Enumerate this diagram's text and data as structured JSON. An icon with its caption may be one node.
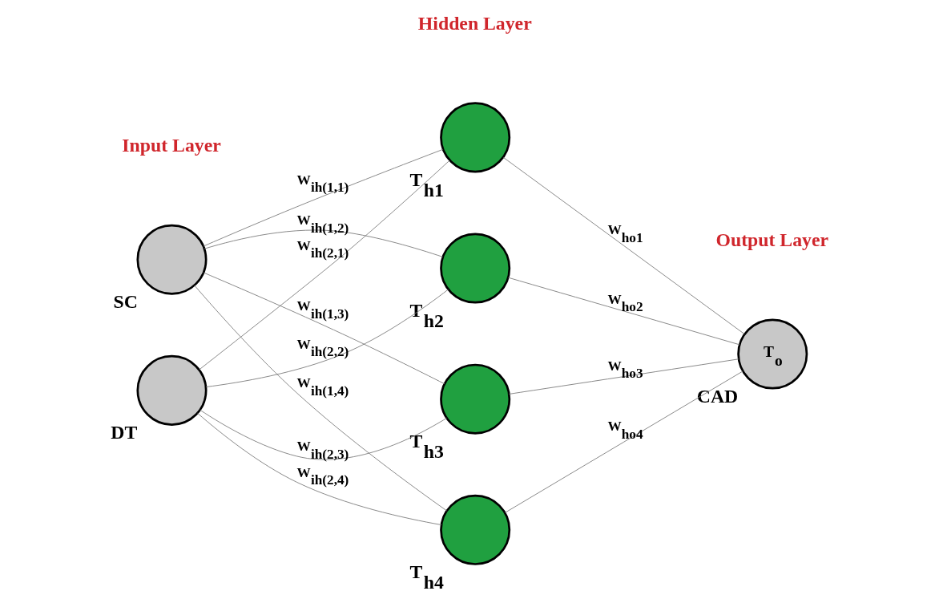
{
  "diagram": {
    "nodes": [
      {
        "text": [],
        "shape": "circle",
        "beside": [
          "SC"
        ]
      },
      {
        "text": [],
        "shape": "circle",
        "beside": [
          "DT"
        ]
      },
      {
        "text": [],
        "shape": "circle",
        "beside": [
          "T$_{h1}$"
        ]
      },
      {
        "text": [],
        "shape": "circle",
        "beside": [
          "T$_{h2}$"
        ]
      },
      {
        "text": [],
        "shape": "circle",
        "beside": [
          "T$_{h3}$"
        ]
      },
      {
        "text": [],
        "shape": "circle",
        "beside": [
          "T$_{h4}$"
        ]
      },
      {
        "text": [
          "T$_{o}$"
        ],
        "beside": [
          "CAD"
        ]
      }
    ],
    "edges": [
      {
        "from": 0,
        "to": 2,
        "arrow": "none",
        "label": "W$_{ih(1,1)}$"
      },
      {
        "from": 0,
        "to": 3,
        "arrow": "none",
        "label": "W$_{ih(1,2)}$"
      },
      {
        "from": 0,
        "to": 4,
        "arrow": "none",
        "label": "W$_{ih(1,3)}$"
      },
      {
        "from": 0,
        "to": 5,
        "arrow": "none",
        "label": "W$_{ih(1,4)}$"
      },
      {
        "from": 1,
        "to": 2,
        "arrow": "none",
        "label": "W$_{ih(2,1)}$"
      },
      {
        "from": 1,
        "to": 3,
        "arrow": "none",
        "label": "W$_{ih(2,2)}$"
      },
      {
        "from": 1,
        "to": 4,
        "arrow": "none",
        "label": "W$_{ih(2,3)}$"
      },
      {
        "from": 1,
        "to": 5,
        "arrow": "none",
        "label": "W$_{ih(2,4)}$"
      },
      {
        "from": 2,
        "to": 6,
        "arrow": "none",
        "label": "W$_{ho1}$"
      },
      {
        "from": 3,
        "to": 6,
        "arrow": "none",
        "label": "W$_{ho2}$"
      },
      {
        "from": 4,
        "to": 6,
        "arrow": "none",
        "label": "W$_{ho3}$"
      },
      {
        "from": 5,
        "to": 6,
        "arrow": "none",
        "label": "W$_{ho4}$"
      }
    ],
    "labels": [
      "Hidden Layer",
      "Input Layer",
      "Output Layer"
    ]
  }
}
